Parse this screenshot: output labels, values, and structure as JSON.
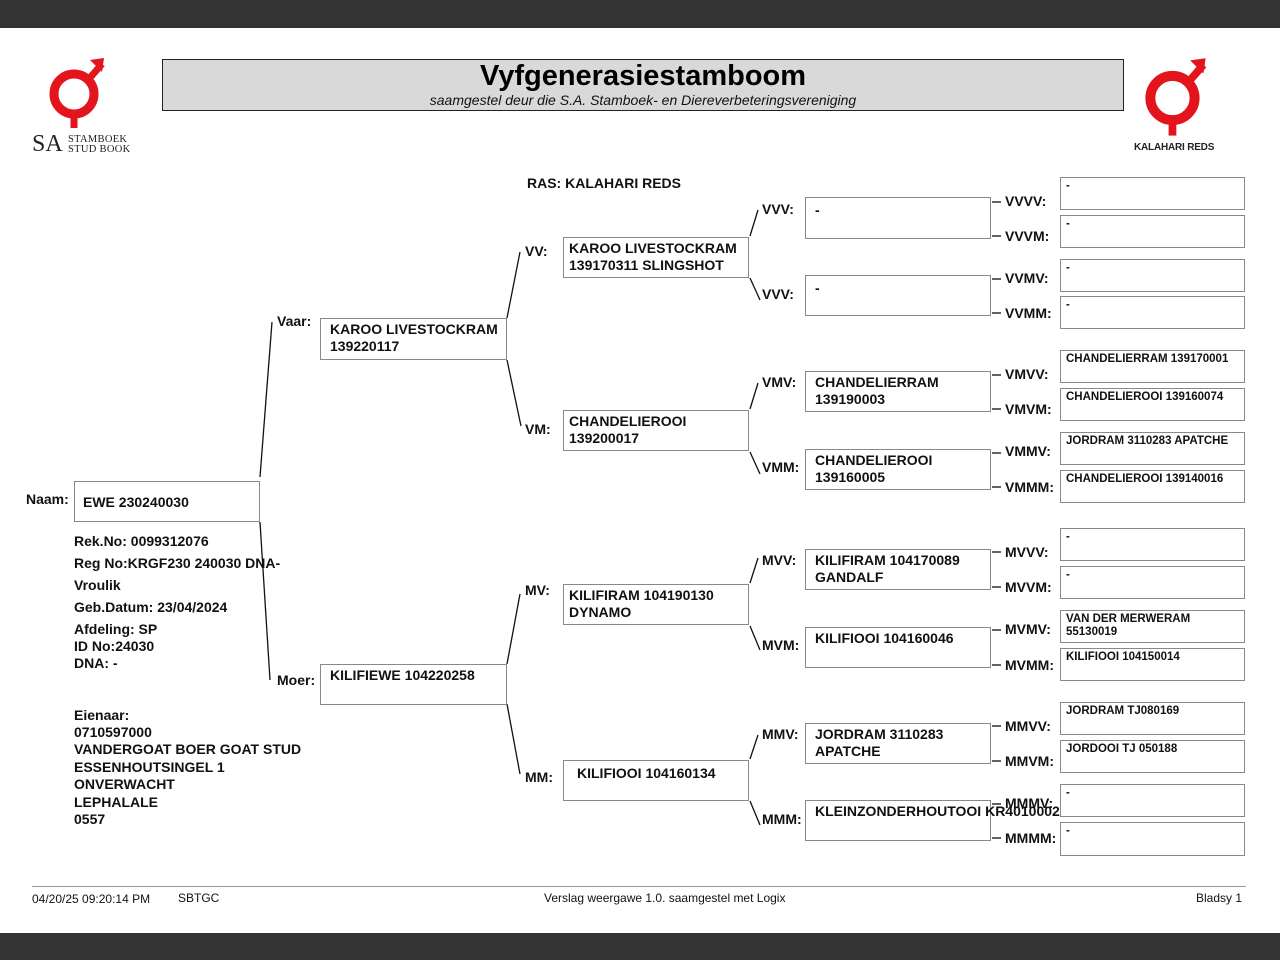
{
  "header": {
    "title": "Vyfgenerasiestamboom",
    "subtitle": "saamgestel deur die S.A. Stamboek- en Diereverbeteringsvereniging"
  },
  "logos": {
    "left_sa": "SA",
    "left_line1": "STAMBOEK",
    "left_line2": "STUD BOOK",
    "right_text": "KALAHARI REDS",
    "brand_color": "#e3141b"
  },
  "ras": "RAS: KALAHARI REDS",
  "animal": {
    "naam_label": "Naam:",
    "naam": "EWE 230240030",
    "rek_no": "Rek.No: 0099312076",
    "reg_no": "Reg No:KRGF230 240030 DNA-",
    "gender": "Vroulik",
    "geb_datum": "Geb.Datum: 23/04/2024",
    "afdeling": "Afdeling: SP",
    "id_no": "ID No:24030",
    "dna": "DNA: -"
  },
  "owner": {
    "label": "Eienaar:",
    "lines": [
      "0710597000",
      "VANDERGOAT BOER GOAT STUD",
      "ESSENHOUTSINGEL 1",
      "ONVERWACHT",
      "LEPHALALE",
      "0557"
    ]
  },
  "gen1": {
    "vaar_label": "Vaar:",
    "vaar": "KAROO LIVESTOCKRAM 139220117",
    "moer_label": "Moer:",
    "moer": "KILIFIEWE 104220258"
  },
  "gen2": {
    "vv_label": "VV:",
    "vv": "KAROO LIVESTOCKRAM 139170311 SLINGSHOT",
    "vm_label": "VM:",
    "vm": "CHANDELIEROOI 139200017",
    "mv_label": "MV:",
    "mv": "KILIFIRAM 104190130 DYNAMO",
    "mm_label": "MM:",
    "mm": "KILIFIOOI 104160134"
  },
  "gen3": {
    "vvv_label": "VVV:",
    "vvv": "-",
    "vvm_label": "VVV:",
    "vvm": "-",
    "vmv_label": "VMV:",
    "vmv": "CHANDELIERRAM 139190003",
    "vmm_label": "VMM:",
    "vmm": "CHANDELIEROOI 139160005",
    "mvv_label": "MVV:",
    "mvv": "KILIFIRAM 104170089 GANDALF",
    "mvm_label": "MVM:",
    "mvm": "KILIFIOOI 104160046",
    "mmv_label": "MMV:",
    "mmv": "JORDRAM 3110283 APATCHE",
    "mmm_label": "MMM:",
    "mmm": "KLEINZONDERHOUTOOI KR40100023"
  },
  "gen4": [
    {
      "label": "VVVV:",
      "value": "-"
    },
    {
      "label": "VVVM:",
      "value": "-"
    },
    {
      "label": "VVMV:",
      "value": "-"
    },
    {
      "label": "VVMM:",
      "value": "-"
    },
    {
      "label": "VMVV:",
      "value": "CHANDELIERRAM 139170001"
    },
    {
      "label": "VMVM:",
      "value": "CHANDELIEROOI 139160074"
    },
    {
      "label": "VMMV:",
      "value": "JORDRAM 3110283 APATCHE"
    },
    {
      "label": "VMMM:",
      "value": "CHANDELIEROOI 139140016"
    },
    {
      "label": "MVVV:",
      "value": "-"
    },
    {
      "label": "MVVM:",
      "value": "-"
    },
    {
      "label": "MVMV:",
      "value": "VAN DER MERWERAM 55130019"
    },
    {
      "label": "MVMM:",
      "value": "KILIFIOOI 104150014"
    },
    {
      "label": "MMVV:",
      "value": "JORDRAM TJ080169"
    },
    {
      "label": "MMVM:",
      "value": "JORDOOI TJ 050188"
    },
    {
      "label": "MMMV:",
      "value": "-"
    },
    {
      "label": "MMMM:",
      "value": "-"
    }
  ],
  "footer": {
    "timestamp": "04/20/25 09:20:14 PM",
    "code": "SBTGC",
    "report": "Verslag weergawe 1.0. saamgestel met Logix",
    "page": "Bladsy 1"
  }
}
